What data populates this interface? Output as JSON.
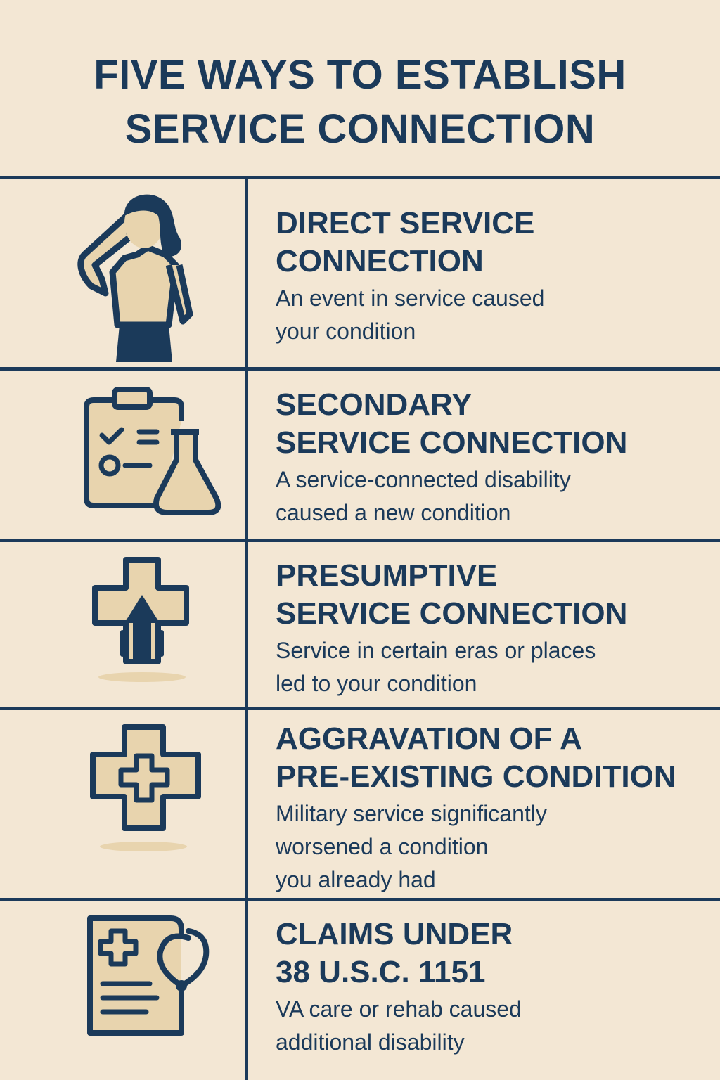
{
  "title": {
    "line1": "FIVE WAYS TO ESTABLISH",
    "line2": "SERVICE CONNECTION"
  },
  "colors": {
    "background": "#f3e7d4",
    "navy": "#1b3a5a",
    "fill": "#e8d4ae"
  },
  "items": [
    {
      "icon": "saluting-person-icon",
      "heading1": "DIRECT SERVICE",
      "heading2": "CONNECTION",
      "desc": [
        "An event in service caused",
        "your condition"
      ]
    },
    {
      "icon": "clipboard-flask-icon",
      "heading1": "SECONDARY",
      "heading2": "SERVICE CONNECTION",
      "desc": [
        "A service-connected disability",
        "caused a new condition"
      ]
    },
    {
      "icon": "cross-arrow-up-icon",
      "heading1": "PRESUMPTIVE",
      "heading2": "SERVICE CONNECTION",
      "desc": [
        "Service in certain eras or places",
        "led to your condition"
      ]
    },
    {
      "icon": "medical-cross-icon",
      "heading1": "AGGRAVATION OF A",
      "heading2": "PRE-EXISTING CONDITION",
      "desc": [
        "Military service significantly",
        "worsened a condition",
        "you already had"
      ]
    },
    {
      "icon": "medical-record-stethoscope-icon",
      "heading1": "CLAIMS UNDER",
      "heading2": "38 U.S.C. 1151",
      "desc": [
        "VA care or rehab caused",
        "additional disability"
      ]
    }
  ]
}
